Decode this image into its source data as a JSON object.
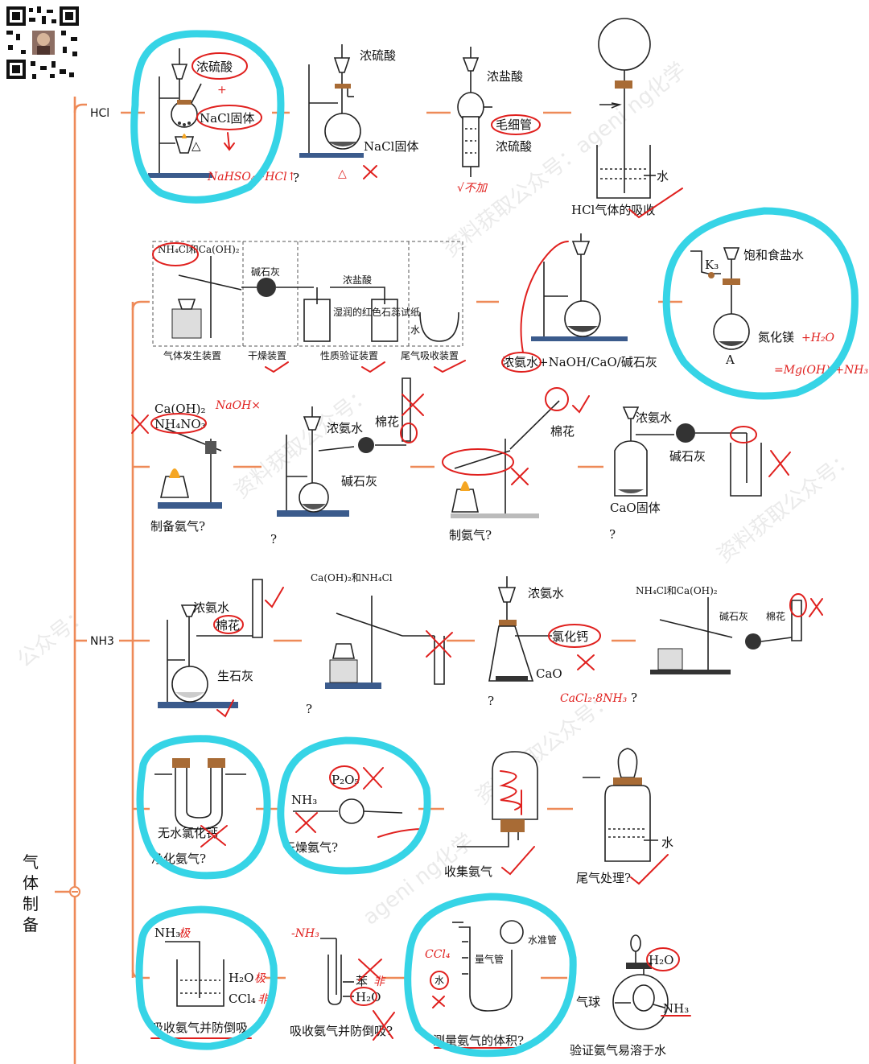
{
  "title": "气体制备",
  "branches": {
    "hcl": "HCl",
    "nh3": "NH3"
  },
  "watermarks": [
    "资料获取公众号：ageni ng化学",
    "资料获取公众号：",
    "ageni ng化学",
    "公众号："
  ],
  "hcl_row": {
    "a_reagent1": "浓硫酸",
    "a_reagent2": "NaCl固体",
    "a_heat": "△",
    "a_note": "NaHSO₄+HCl↑",
    "a_q": "?",
    "b_reagent1": "浓硫酸",
    "b_reagent2": "NaCl固体",
    "b_heat": "△",
    "c_reagent1": "浓盐酸",
    "c_capillary": "毛细管",
    "c_reagent2": "浓硫酸",
    "c_note": "√不加",
    "d_water": "水",
    "d_caption": "HCl气体的吸收"
  },
  "nh3_row1": {
    "reagent": "NH₄Cl和Ca(OH)₂",
    "soda_lime": "碱石灰",
    "conc_hcl": "浓盐酸",
    "litmus": "湿润的红色石蕊试纸",
    "water": "水",
    "cap1": "气体发生装置",
    "cap2": "干燥装置",
    "cap3": "性质验证装置",
    "cap4": "尾气吸收装置",
    "flask_caption": "浓氨水+NaOH/CaO/碱石灰",
    "k3": "K₃",
    "brine": "饱和食盐水",
    "mg_nitride": "氮化镁",
    "mg_note_water": "+H₂O",
    "mg_note_eq": "=Mg(OH)₂+NH₃",
    "a_mark": "A"
  },
  "nh3_row2": {
    "reagents": "Ca(OH)₂",
    "reagents2": "NH₄NO₃",
    "note_naoh": "NaOH×",
    "caption1": "制备氨气?",
    "conc_ammonia": "浓氨水",
    "cotton": "棉花",
    "soda_lime": "碱石灰",
    "q": "?",
    "cotton2": "棉花",
    "caption3": "制氨气?",
    "conc_ammonia2": "浓氨水",
    "soda_lime2": "碱石灰",
    "cao": "CaO固体",
    "q2": "?"
  },
  "nh3_row3": {
    "conc_ammonia": "浓氨水",
    "cotton": "棉花",
    "quicklime": "生石灰",
    "reagent": "Ca(OH)₂和NH₄Cl",
    "q1": "?",
    "conc_ammonia2": "浓氨水",
    "cacl2": "氯化钙",
    "cao": "CaO",
    "q2": "?",
    "cacl2_note": "CaCl₂·8NH₃",
    "q3": "?",
    "reagent2": "NH₄Cl和Ca(OH)₂",
    "soda_lime": "碱石灰",
    "cotton2": "棉花"
  },
  "nh3_row4": {
    "cacl2": "无水氯化钙",
    "caption1": "净化氨气?",
    "p2o5": "P₂O₅",
    "nh3": "NH₃",
    "caption2": "干燥氨气?",
    "caption3": "收集氨气",
    "water": "水",
    "caption4": "尾气处理?"
  },
  "nh3_row5": {
    "nh3": "NH₃",
    "nh3_note": "极",
    "h2o": "H₂O",
    "h2o_note": "极",
    "ccl4": "CCl₄",
    "ccl4_note": "非",
    "caption1": "吸收氨气并防倒吸",
    "nh3_note2": "-NH₃",
    "benzene": "苯",
    "benzene_note": "非",
    "h2o2": "H₂O",
    "caption2": "吸收氨气并防倒吸?",
    "ccl4_hand": "CCl₄",
    "water": "水",
    "gauge": "量气管",
    "level": "水准管",
    "caption3": "测量氨气的体积?",
    "h2o3": "H₂O",
    "balloon": "气球",
    "nh3_3": "NH₃",
    "caption4": "验证氨气易溶于水"
  }
}
